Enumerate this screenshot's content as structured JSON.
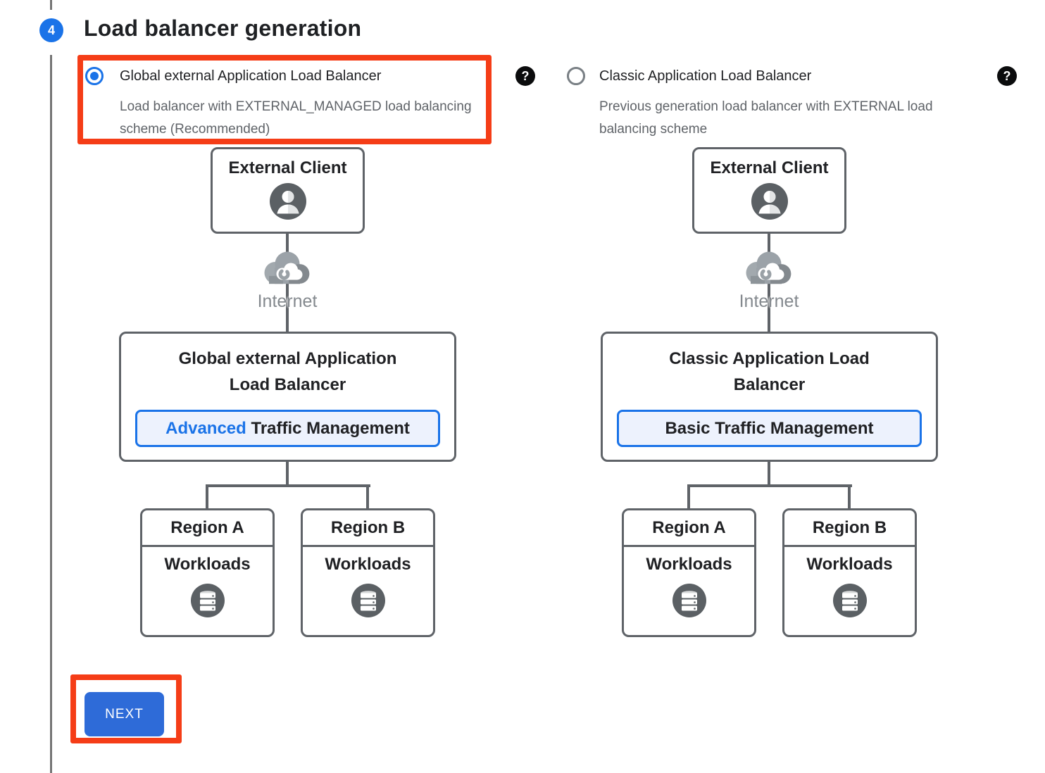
{
  "step": {
    "number": "4",
    "title": "Load balancer generation"
  },
  "options": [
    {
      "label": "Global external Application Load Balancer",
      "description": "Load balancer with EXTERNAL_MANAGED load balancing scheme (Recommended)",
      "selected": true
    },
    {
      "label": "Classic Application Load Balancer",
      "description": "Previous generation load balancer with EXTERNAL load balancing scheme",
      "selected": false
    }
  ],
  "help_icon": {
    "glyph": "?"
  },
  "diagrams": [
    {
      "client_label": "External Client",
      "internet_label": "Internet",
      "lb_title_lines": [
        "Global external Application",
        "Load Balancer"
      ],
      "pill": {
        "highlight": "Advanced",
        "rest": " Traffic Management"
      },
      "regions": [
        {
          "title": "Region A",
          "label": "Workloads"
        },
        {
          "title": "Region B",
          "label": "Workloads"
        }
      ]
    },
    {
      "client_label": "External Client",
      "internet_label": "Internet",
      "lb_title_lines": [
        "Classic Application Load",
        "Balancer"
      ],
      "pill": {
        "highlight": "",
        "rest": "Basic Traffic Management"
      },
      "regions": [
        {
          "title": "Region A",
          "label": "Workloads"
        },
        {
          "title": "Region B",
          "label": "Workloads"
        }
      ]
    }
  ],
  "next_button": {
    "label": "NEXT"
  },
  "colors": {
    "accent_blue": "#1a73e8",
    "highlight_red": "#f53d17",
    "button_blue": "#2e6bd8",
    "box_border_gray": "#5f6368",
    "pill_background": "#edf2fd"
  }
}
